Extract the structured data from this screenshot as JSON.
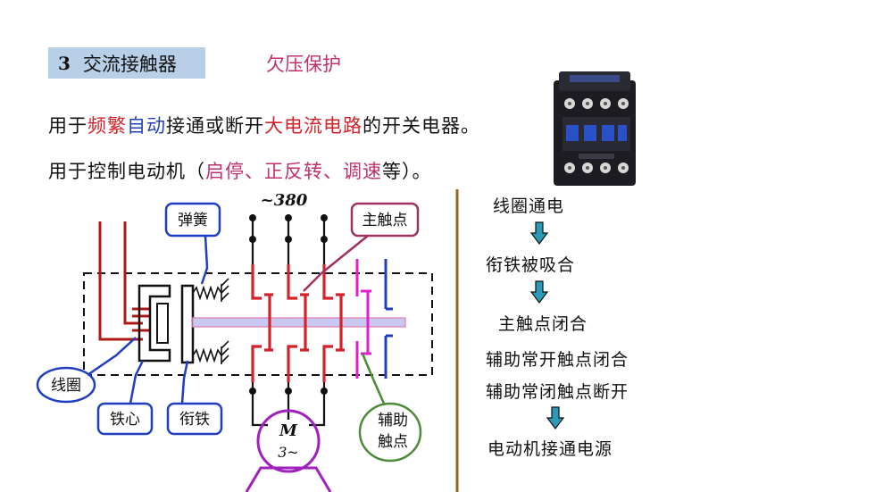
{
  "heading": {
    "number": "3",
    "title": "交流接触器",
    "subtitle": "欠压保护"
  },
  "description": {
    "line1": [
      {
        "text": "用于",
        "color": "#111111"
      },
      {
        "text": "频繁",
        "color": "#d3222a"
      },
      {
        "text": "自动",
        "color": "#1f3fc0"
      },
      {
        "text": "接通或断开",
        "color": "#111111"
      },
      {
        "text": "大电流电路",
        "color": "#d3222a"
      },
      {
        "text": "的开关电器。",
        "color": "#111111"
      }
    ],
    "line2": [
      {
        "text": "用于控制电动机（",
        "color": "#111111"
      },
      {
        "text": "启停、正反转、调速",
        "color": "#c0306f"
      },
      {
        "text": "等）。",
        "color": "#111111"
      }
    ]
  },
  "diagram": {
    "voltage_label": "~380",
    "labels": {
      "spring": "弹簧",
      "main_contacts": "主触点",
      "coil": "线圈",
      "core": "铁心",
      "armature": "衔铁",
      "aux_contacts_1": "辅助",
      "aux_contacts_2": "触点",
      "motor_letter": "M",
      "motor_phase": "3~"
    },
    "colors": {
      "main_circuit": "#d3222a",
      "aux_no": "#e020d0",
      "aux_nc": "#1f3fc0",
      "callout_blue": "#1f3fc0",
      "callout_main": "#a03060",
      "callout_aux": "#4a8a3a",
      "motor": "#a020c0",
      "divider": "#8b6a1a",
      "push_rod": "#c8c8f0"
    }
  },
  "flow": {
    "steps": [
      "线圈通电",
      "衔铁被吸合",
      "主触点闭合",
      "辅助常开触点闭合",
      "辅助常闭触点断开",
      "电动机接通电源"
    ],
    "arrow_color": "#2a9ab8"
  },
  "photo": {
    "icon": "contactor-device-icon"
  }
}
